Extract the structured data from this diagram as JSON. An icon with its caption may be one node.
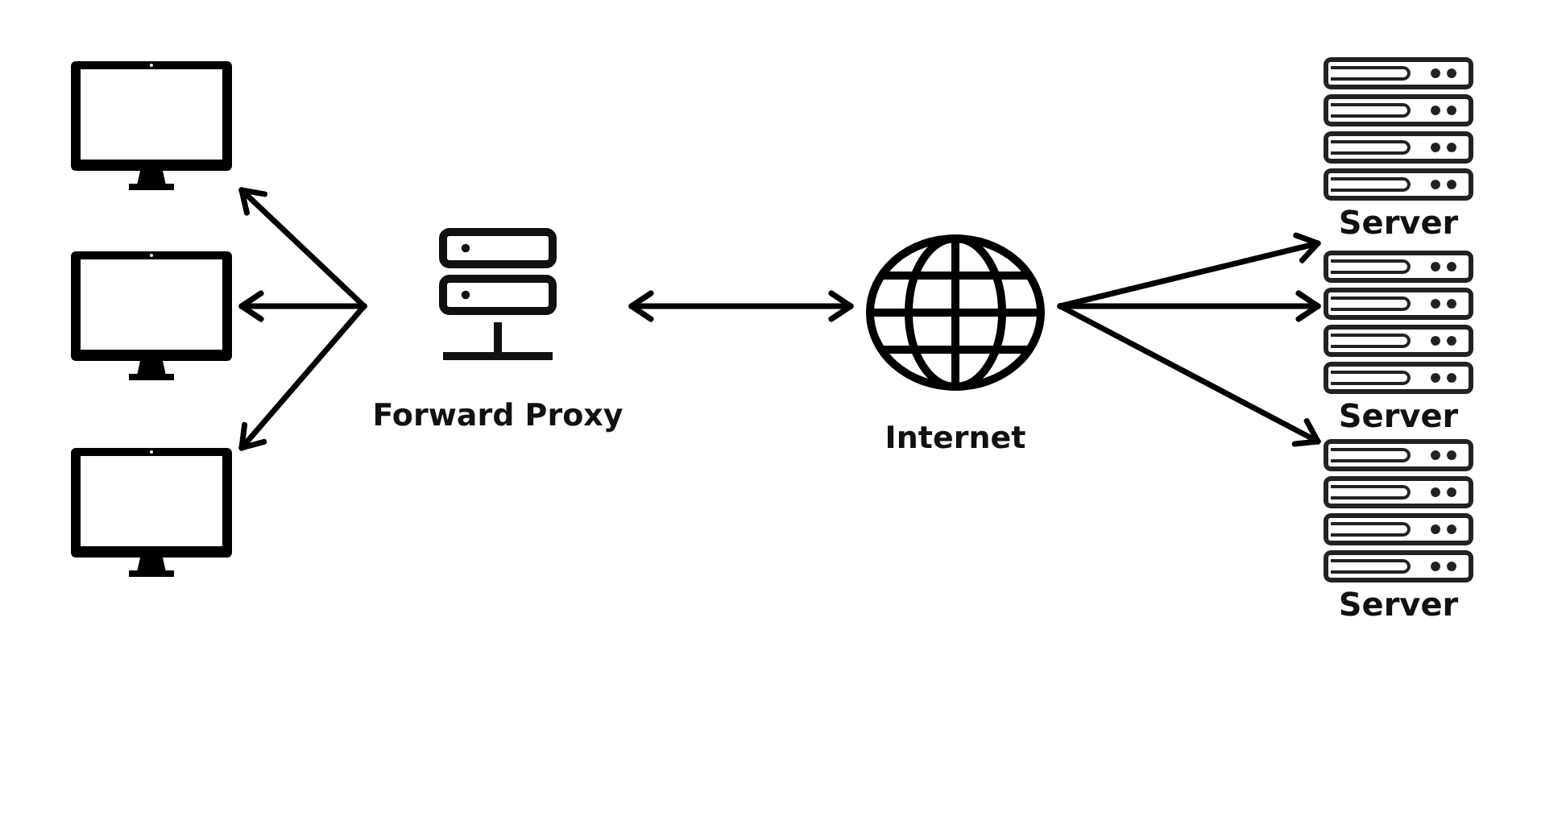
{
  "diagram": {
    "nodes": [
      {
        "text": [],
        "shape": "picture"
      },
      {
        "text": [],
        "shape": "picture"
      },
      {
        "text": [],
        "shape": "picture"
      },
      {
        "text": [
          "Forward Proxy"
        ]
      },
      {
        "text": [
          "Internet"
        ]
      },
      {
        "text": [
          "Server"
        ]
      },
      {
        "text": [
          "Server"
        ]
      },
      {
        "text": [
          "Server"
        ]
      }
    ],
    "edges": [
      {
        "from": 3,
        "to": 0,
        "arrow": "to"
      },
      {
        "from": 3,
        "to": 1,
        "arrow": "to"
      },
      {
        "from": 3,
        "to": 2,
        "arrow": "to"
      },
      {
        "from": 3,
        "to": 4,
        "arrow": "both"
      },
      {
        "from": 4,
        "to": 5,
        "arrow": "to"
      },
      {
        "from": 4,
        "to": 6,
        "arrow": "to"
      },
      {
        "from": 4,
        "to": 7,
        "arrow": "to"
      }
    ]
  }
}
